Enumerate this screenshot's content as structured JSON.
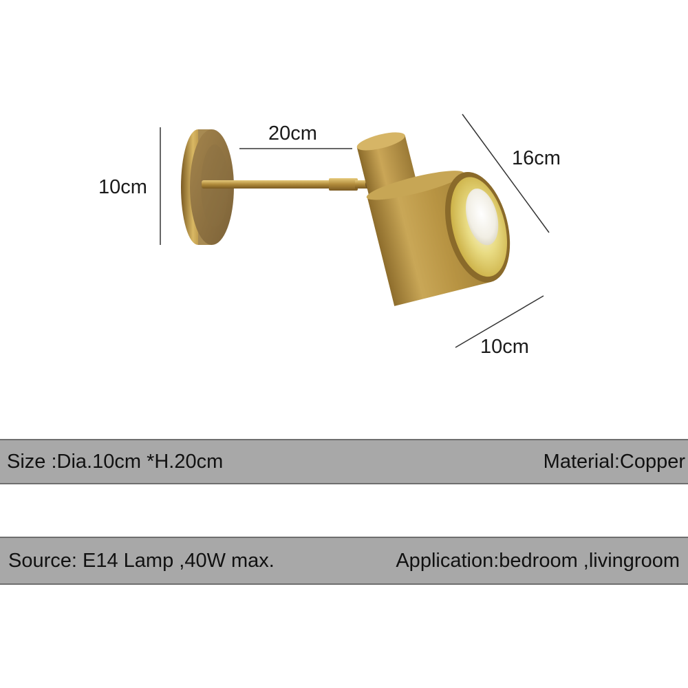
{
  "dimensions": {
    "base_height": "10cm",
    "arm_length": "20cm",
    "shade_length": "16cm",
    "shade_diameter": "10cm"
  },
  "specs": {
    "size": "Size :Dia.10cm *H.20cm",
    "material": "Material:Copper",
    "source": "Source: E14 Lamp ,40W max.",
    "application": "Application:bedroom ,livingroom"
  },
  "colors": {
    "bar_background": "#a8a8a8",
    "bar_border": "#6e6e6e",
    "gold": "#b8923a",
    "shade_inner": "#e8d870"
  }
}
